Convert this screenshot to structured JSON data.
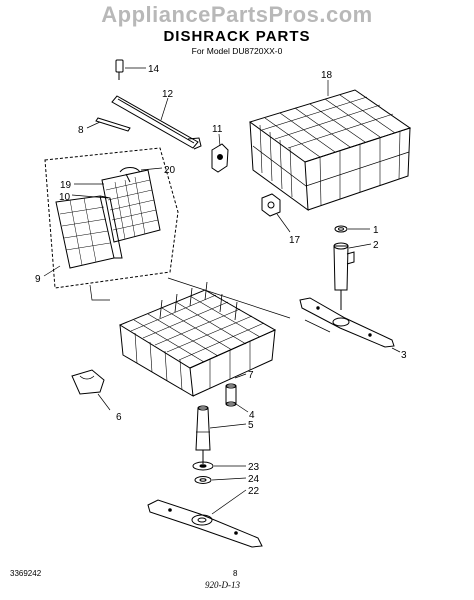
{
  "header": {
    "watermark": "AppliancePartsPros.com",
    "title": "DISHRACK PARTS",
    "subtitle": "For Model DU8720XX-0"
  },
  "callouts": {
    "c1": "1",
    "c2": "2",
    "c3": "3",
    "c4": "4",
    "c5": "5",
    "c6": "6",
    "c7": "7",
    "c8": "8",
    "c9": "9",
    "c10": "10",
    "c11": "11",
    "c12": "12",
    "c14": "14",
    "c17": "17",
    "c18": "18",
    "c19": "19",
    "c20": "20",
    "c22": "22",
    "c23": "23",
    "c24": "24"
  },
  "footer": {
    "part_number": "3369242",
    "page": "8",
    "handwritten": "920-D-13"
  }
}
